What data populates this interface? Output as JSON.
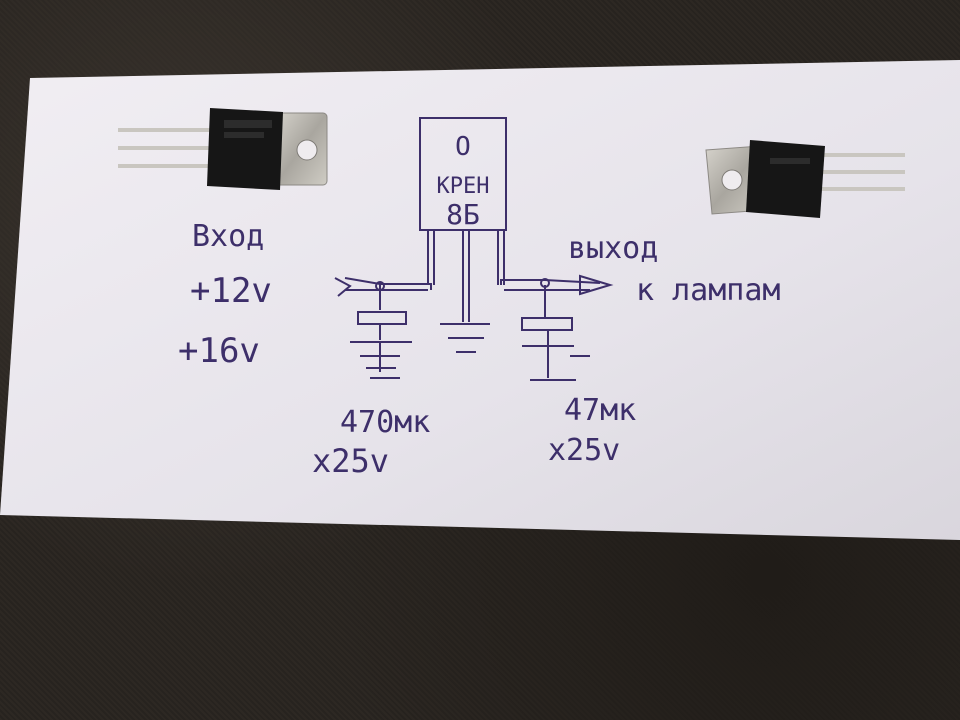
{
  "regulator": {
    "label_line1": "КРЕН",
    "label_line2": "8Б",
    "hole_mark": "O"
  },
  "input": {
    "title": "Вход",
    "voltage_min": "+12v",
    "voltage_max": "+16v"
  },
  "output": {
    "title": "выход",
    "destination": "к лампам"
  },
  "capacitor_input": {
    "capacitance": "470мк",
    "voltage": "x25v"
  },
  "capacitor_output": {
    "capacitance": "47мк",
    "voltage": "x25v"
  },
  "colors": {
    "ink": "#3d2f6a",
    "paper": "#ece9ef",
    "background": "#2a2622",
    "component_body": "#161616",
    "metal_tab": "#b9b6b0"
  }
}
